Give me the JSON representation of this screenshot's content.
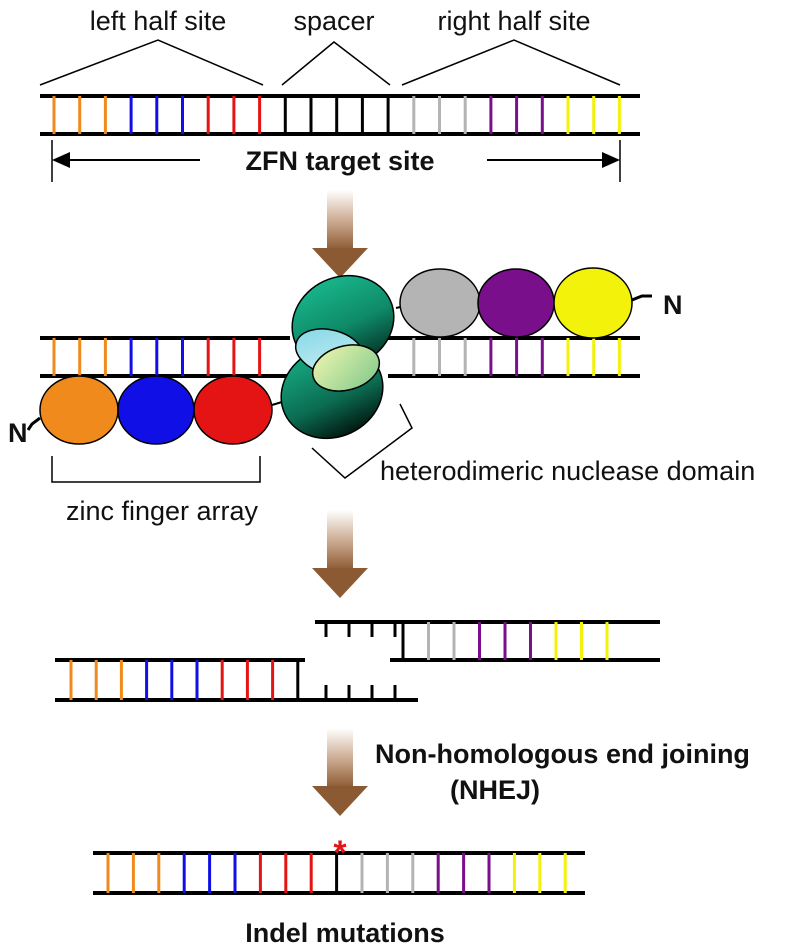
{
  "colors": {
    "orange": "#f08a1c",
    "blue": "#1010e6",
    "red": "#e41414",
    "black": "#000000",
    "gray": "#b4b4b4",
    "purple": "#7a0f8c",
    "yellow": "#f2f20a",
    "nuclease_teal": "#12a07a",
    "arrow_brown": "#8c5a32"
  },
  "labels": {
    "left_half_site": "left half site",
    "spacer": "spacer",
    "right_half_site": "right half site",
    "target_site": "ZFN target site",
    "n_terminus_right": "N",
    "n_terminus_left": "N",
    "nuclease_domain": "heterodimeric nuclease domain",
    "zinc_finger_array": "zinc finger array",
    "nhej_line1": "Non-homologous end joining",
    "nhej_line2": "(NHEJ)",
    "mutation_mark": "*",
    "indel": "Indel mutations"
  }
}
